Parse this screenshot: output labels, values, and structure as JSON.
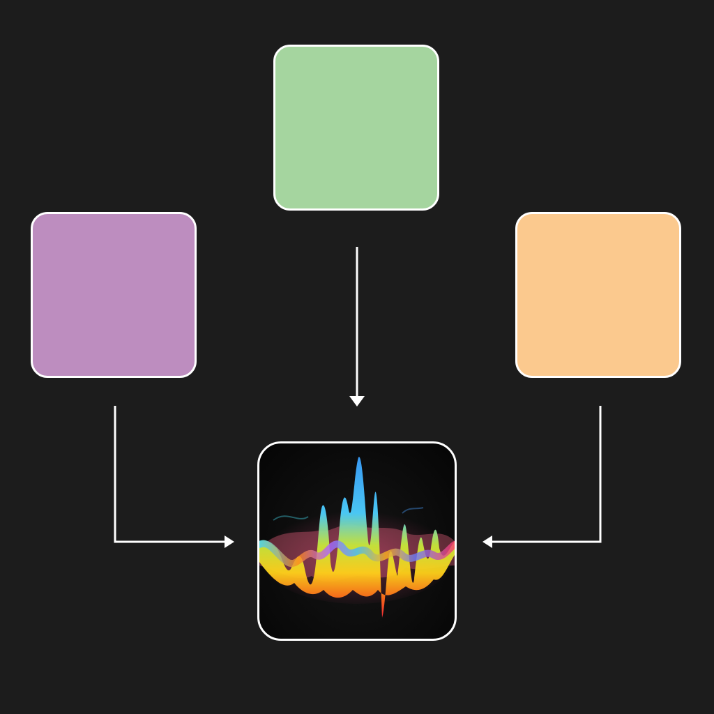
{
  "colors": {
    "background": "#1c1c1c",
    "card_top": "#a5d59f",
    "card_left": "#bd8dbf",
    "card_right": "#fbc98e",
    "stroke": "#ffffff"
  },
  "nodes": [
    {
      "id": "card-top",
      "fill": "card_top"
    },
    {
      "id": "card-left",
      "fill": "card_left"
    },
    {
      "id": "card-right",
      "fill": "card_right"
    },
    {
      "id": "result",
      "content": "sound-wave-icon"
    }
  ],
  "edges": [
    {
      "from": "card-top",
      "to": "result"
    },
    {
      "from": "card-left",
      "to": "result"
    },
    {
      "from": "card-right",
      "to": "result"
    }
  ]
}
